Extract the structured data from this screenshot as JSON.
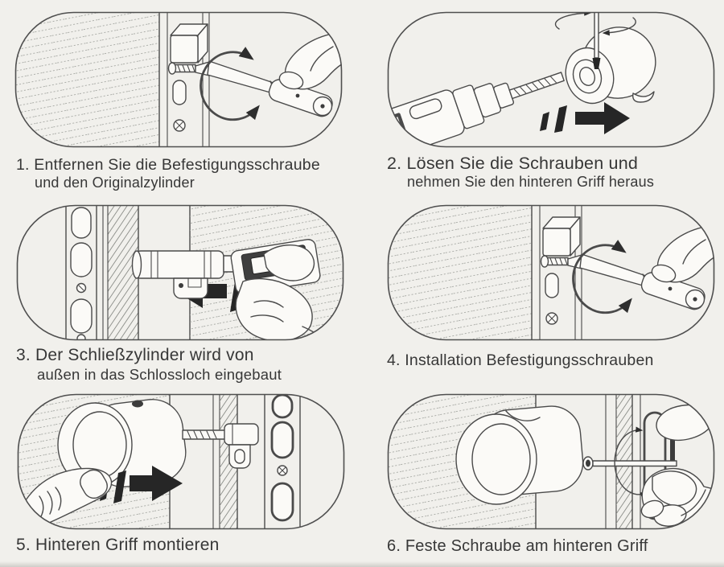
{
  "page": {
    "background": "#f1f0ec",
    "ink": "#373737",
    "line_art_color": "#4a4a4a",
    "arrow_color": "#262626"
  },
  "steps": [
    {
      "lines": [
        "1. Entfernen Sie die Befestigungsschraube",
        "und den Originalzylinder"
      ],
      "illustration": "screwdriver-removing-fixing-screw-from-door-edge",
      "icons": [
        "rotation-arrow-icon",
        "screwdriver-icon",
        "door-latch-icon"
      ]
    },
    {
      "lines": [
        "2. Lösen Sie die Schrauben und",
        "nehmen Sie den hinteren Griff heraus"
      ],
      "illustration": "loosening-screw-and-pulling-rear-knob-off-cylinder",
      "icons": [
        "rotation-arrow-icon",
        "motion-arrow-right-icon",
        "rear-knob-icon"
      ]
    },
    {
      "lines": [
        "3. Der Schließzylinder wird von",
        "außen in das Schlossloch eingebaut"
      ],
      "illustration": "hand-inserting-lock-cylinder-into-door-from-outside",
      "icons": [
        "motion-arrow-left-icon",
        "hand-icon",
        "lock-cylinder-icon"
      ]
    },
    {
      "lines": [
        "4. Installation Befestigungsschrauben"
      ],
      "illustration": "screwdriver-installing-fixing-screw-into-door-edge",
      "icons": [
        "rotation-arrow-icon",
        "screwdriver-icon",
        "door-latch-icon"
      ]
    },
    {
      "lines": [
        "5. Hinteren Griff montieren"
      ],
      "illustration": "finger-pushing-rear-knob-onto-cylinder",
      "icons": [
        "motion-arrow-right-icon",
        "finger-icon",
        "rear-knob-icon"
      ]
    },
    {
      "lines": [
        "6. Feste Schraube am hinteren Griff"
      ],
      "illustration": "hex-key-tightening-set-screw-on-rear-knob",
      "icons": [
        "rotation-arrow-icon",
        "hex-key-icon",
        "hand-icon",
        "rear-knob-icon"
      ]
    }
  ]
}
